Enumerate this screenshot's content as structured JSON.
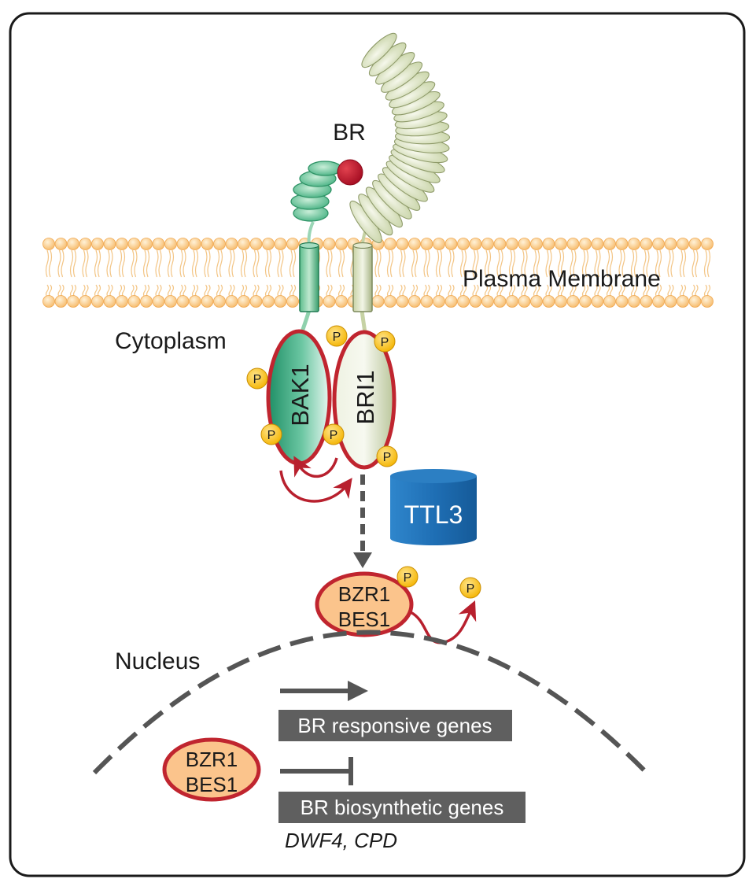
{
  "labels": {
    "ligand": "BR",
    "membrane": "Plasma Membrane",
    "cytoplasm": "Cytoplasm",
    "nucleus": "Nucleus",
    "bak1": "BAK1",
    "bri1": "BRI1",
    "ttl3": "TTL3",
    "phospho": "P",
    "bzr1": "BZR1",
    "bes1": "BES1",
    "responsive_genes": "BR responsive genes",
    "biosynthetic_genes": "BR biosynthetic genes",
    "gene_names": "DWF4, CPD"
  },
  "colors": {
    "frame": "#1a1a1a",
    "lipid_head": "#f6b968",
    "lipid_head_light": "#fde1b4",
    "bak1_green": "#2aa37a",
    "bri1_sage": "#d2dbb5",
    "protein_outline": "#c0252f",
    "ligand_red": "#c8102e",
    "phospho_yellow": "#f4b400",
    "ttl3_blue": "#1f6fb5",
    "tf_orange": "#fbc48c",
    "arrow_red": "#b8202e",
    "gene_box": "#5f5f5f",
    "dark_arrow": "#555555"
  }
}
